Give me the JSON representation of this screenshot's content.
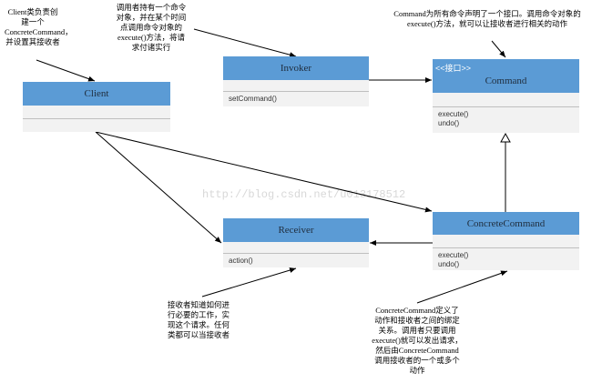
{
  "classes": {
    "client": {
      "name": "Client"
    },
    "invoker": {
      "name": "Invoker",
      "ops": [
        "setCommand()"
      ]
    },
    "command": {
      "stereotype": "<<接口>>",
      "name": "Command",
      "ops": [
        "execute()",
        "undo()"
      ]
    },
    "concrete": {
      "name": "ConcreteCommand",
      "ops": [
        "execute()",
        "undo()"
      ]
    },
    "receiver": {
      "name": "Receiver",
      "ops": [
        "action()"
      ]
    }
  },
  "notes": {
    "client": "Client类负责创建一个ConcreteCommand，并设置其接收者",
    "invoker": "调用者持有一个命令对象，并在某个时间点调用命令对象的execute()方法，将请求付诸实行",
    "command": "Command为所有命令声明了一个接口。调用命令对象的execute()方法，就可以让接收者进行相关的动作",
    "receiver": "接收者知道如何进行必要的工作，实现这个请求。任何类都可以当接收者",
    "concrete": "ConcreteCommand定义了动作和接收者之间的绑定关系。调用者只要调用execute()就可以发出请求，然后由ConcreteCommand调用接收者的一个或多个动作"
  },
  "watermark": "http://blog.csdn.net/u013178512"
}
